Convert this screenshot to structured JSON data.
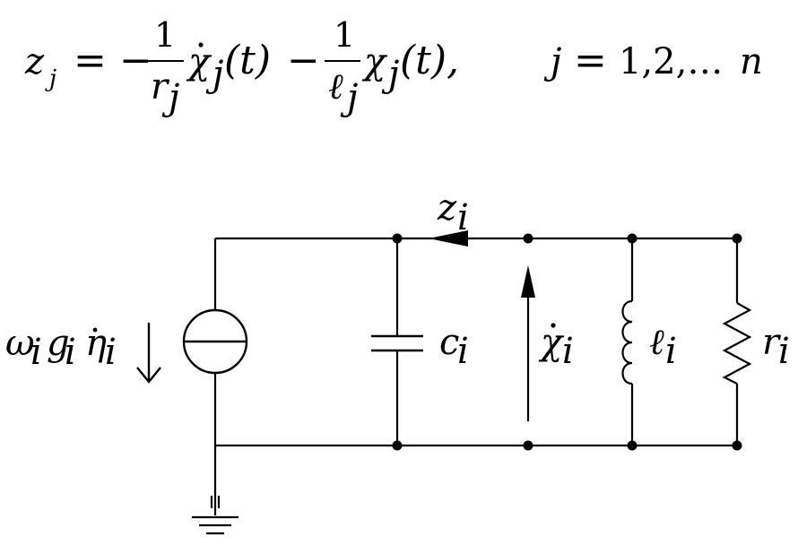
{
  "equation": {
    "lhs_var": "z",
    "lhs_sub": "j",
    "equals": "=",
    "minus1": "−",
    "frac1_num": "1",
    "frac1_den_var": "r",
    "frac1_den_sub": "j",
    "term1_var": "χ",
    "term1_sub": "j",
    "term1_arg": "(t)",
    "minus2": "−",
    "frac2_num": "1",
    "frac2_den_var": "ℓ",
    "frac2_den_sub": "j",
    "term2_var": "χ",
    "term2_sub": "j",
    "term2_arg": "(t),",
    "index_var": "j",
    "index_equals": "=",
    "index_range": "1,2,…",
    "index_end": "n"
  },
  "circuit": {
    "current_label": {
      "var": "z",
      "sub": "i"
    },
    "source_label": {
      "omega": "ω",
      "omega_sub": "i",
      "g": "g",
      "g_sub": "i",
      "eta": "η",
      "eta_sub": "i"
    },
    "capacitor_label": {
      "var": "c",
      "sub": "i"
    },
    "voltage_label": {
      "var": "χ",
      "sub": "i"
    },
    "inductor_label": {
      "var": "ℓ",
      "sub": "i"
    },
    "resistor_label": {
      "var": "r",
      "sub": "i"
    }
  },
  "colors": {
    "ink": "#000000",
    "background": "#ffffff"
  }
}
